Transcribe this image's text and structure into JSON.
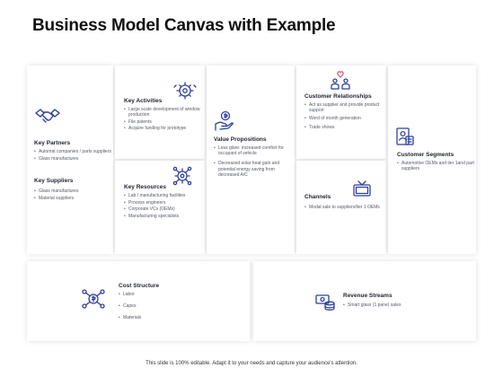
{
  "title": "Business Model Canvas with Example",
  "colors": {
    "icon": "#2f3f9e",
    "icon_accent": "#e05a6a",
    "card_shadow": "#dddddd"
  },
  "key_partners": {
    "icon": "handshake-icon",
    "heading": "Key Partners",
    "items": [
      "Automat companies / parts suppliers",
      "Glass manufactures"
    ],
    "suppliers_heading": "Key Suppliers",
    "suppliers_items": [
      "Glass manufactures",
      "Material suppliers"
    ]
  },
  "key_activities": {
    "icon": "gear-activity-icon",
    "heading": "Key Activities",
    "items": [
      "Large scale development of window production",
      "File patents",
      "Acquire funding for prototype"
    ]
  },
  "key_resources": {
    "icon": "network-gear-icon",
    "heading": "Key Resources",
    "items": [
      "Lab / manufacturing facilities",
      "Process engineers",
      "Corporate VCs (OEMs)",
      "Manufacturing specialists"
    ]
  },
  "value_propositions": {
    "icon": "hand-coin-icon",
    "heading": "Value Propositions",
    "items": [
      "Less glare: increased comfort for occupant of vehicle",
      "Decreased solar heat gain and potential energy saving from decreased A/C"
    ]
  },
  "customer_relationships": {
    "icon": "people-heart-icon",
    "heading": "Customer Relationships",
    "items": [
      "Act as supplier and provide product support",
      "Word of month generation",
      "Trade shows"
    ]
  },
  "channels": {
    "icon": "tv-icon",
    "heading": "Channels",
    "items": [
      "Modal sale to suppliers/tier 1 OEMs"
    ]
  },
  "customer_segments": {
    "icon": "customer-card-icon",
    "heading": "Customer Segments",
    "items": [
      "Automotive OEMs and tier 1and part suppliers"
    ]
  },
  "cost_structure": {
    "icon": "cost-network-icon",
    "heading": "Cost Structure",
    "items": [
      "Labor",
      "Capex",
      "Materials"
    ]
  },
  "revenue_streams": {
    "icon": "money-coins-icon",
    "heading": "Revenue Streams",
    "items": [
      "Smart glass (1 pane) sales"
    ]
  },
  "footer": "This slide is 100% editable. Adapt it to your needs and capture your audience's attention."
}
